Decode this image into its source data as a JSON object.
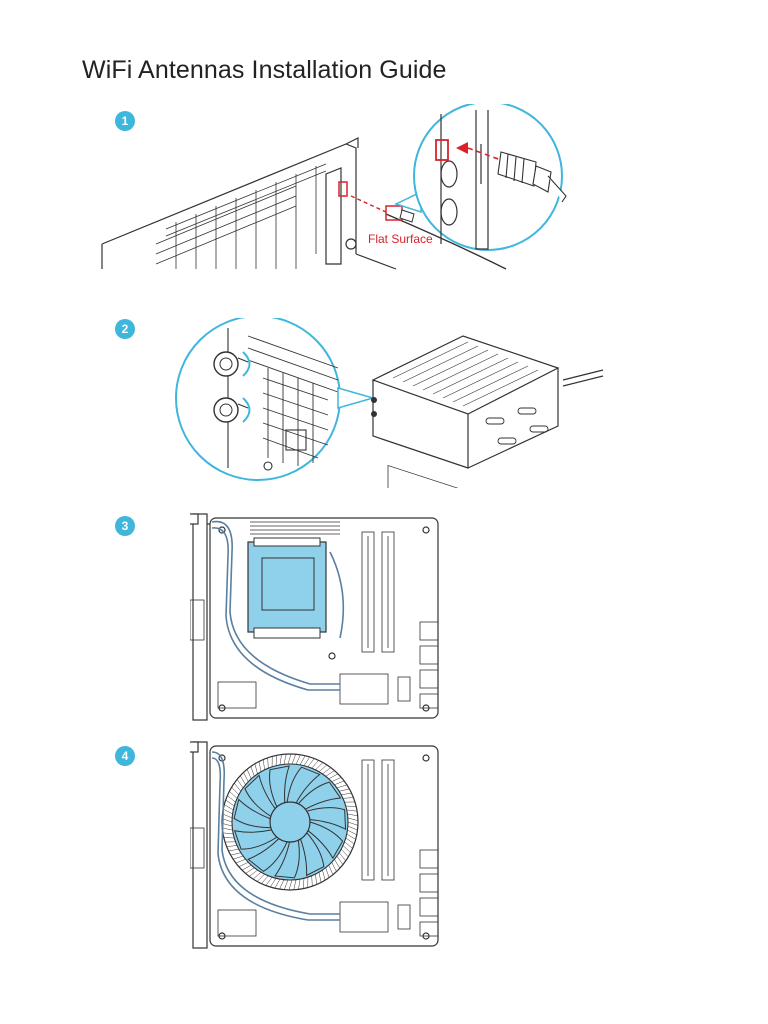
{
  "document": {
    "title": "WiFi Antennas Installation Guide"
  },
  "steps": [
    {
      "number": "1",
      "callout": "Flat Surface"
    },
    {
      "number": "2"
    },
    {
      "number": "3"
    },
    {
      "number": "4"
    }
  ],
  "colors": {
    "accent": "#3fb6dc",
    "highlight_red": "#d8232a",
    "part_blue": "#8fd0ea",
    "line": "#333333"
  },
  "icons": {
    "step_badge": "numbered-circle",
    "antenna_connector": "rp-sma-connector"
  }
}
